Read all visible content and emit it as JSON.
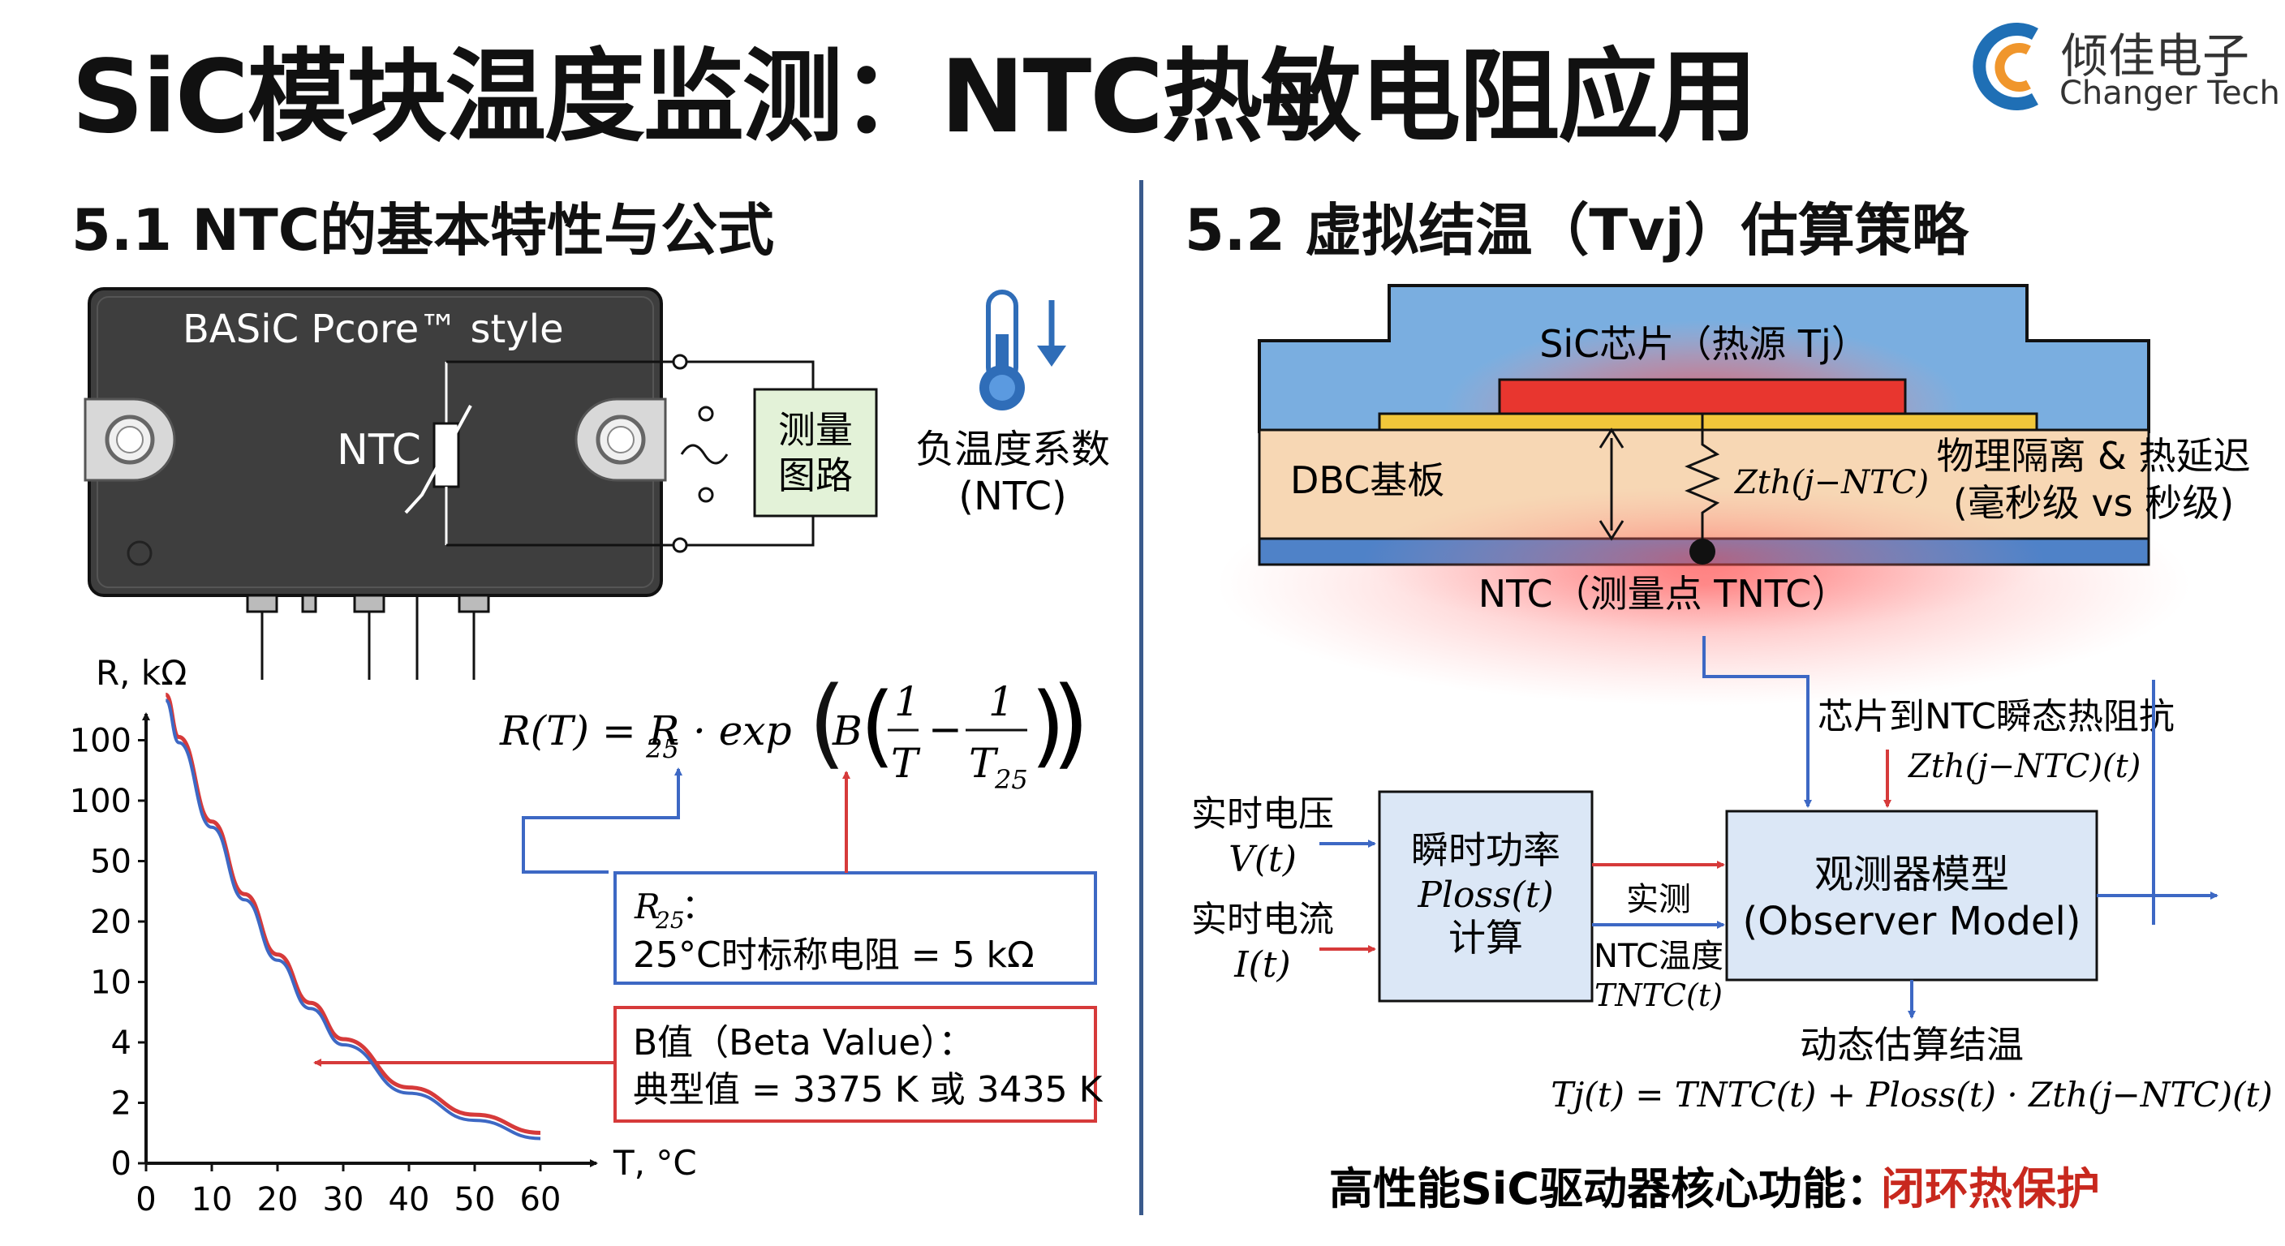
{
  "title": "SiC模块温度监测：NTC热敏电阻应用",
  "logo": {
    "name_cn": "倾佳电子",
    "name_en": "Changer Tech",
    "brand_colors": [
      "#1f6fb5",
      "#f0962c"
    ]
  },
  "section_left": {
    "heading": "5.1 NTC的基本特性与公式",
    "module_label": "BASiC Pcore™ style",
    "ntc_label": "NTC",
    "measure_box": [
      "测量",
      "图路"
    ],
    "neg_temp_coeff": [
      "负温度系数",
      "(NTC)"
    ],
    "formula": {
      "lhs": "R(T) = R",
      "lhs_sub": "25",
      "dot_exp": "· exp",
      "B": "B",
      "frac1_num": "1",
      "frac1_den": "T",
      "minus": "−",
      "frac2_num": "1",
      "frac2_den": "T",
      "frac2_den_sub": "25"
    },
    "r25_box": {
      "symbol": "R",
      "sub": "25",
      "colon": "：",
      "text": "25°C时标称电阻 = 5 kΩ"
    },
    "b_box": {
      "line1": "B值（Beta Value）：",
      "line2": "典型值 = 3375 K 或 3435 K"
    }
  },
  "chart_data": {
    "type": "line",
    "title": "",
    "xlabel": "T, °C",
    "ylabel": "R, kΩ",
    "xticks": [
      "0",
      "10",
      "20",
      "30",
      "40",
      "50",
      "60"
    ],
    "yticks": [
      "0",
      "2",
      "4",
      "10",
      "20",
      "50",
      "100",
      "100"
    ],
    "series_colors": [
      "#d63a3a",
      "#3d68c4"
    ],
    "x": [
      3,
      5,
      10,
      15,
      20,
      25,
      30,
      40,
      50,
      60
    ],
    "y_tick_position": [
      7.7,
      7.0,
      5.6,
      4.4,
      3.4,
      2.6,
      2.0,
      1.2,
      0.75,
      0.45
    ]
  },
  "section_right": {
    "heading": "5.2 虚拟结温（Tvj）估算策略",
    "chip_label": "SiC芯片（热源 Tj）",
    "dbc_label": "DBC基板",
    "zth_label": "Zth(j−NTC)",
    "isolation": [
      "物理隔离 & 热延迟",
      "(毫秒级 vs 秒级)"
    ],
    "ntc_point": "NTC（测量点 TNTC）",
    "transient": [
      "芯片到NTC瞬态热阻抗",
      "Zth(j−NTC)(t)"
    ],
    "voltage": [
      "实时电压",
      "V(t)"
    ],
    "current": [
      "实时电流",
      "I(t)"
    ],
    "power_box": [
      "瞬时功率",
      "Ploss(t)",
      "计算"
    ],
    "measured": "实测",
    "ntc_temp": [
      "NTC温度",
      "TNTC(t)"
    ],
    "observer_box": [
      "观测器模型",
      "(Observer Model)"
    ],
    "dynamic": "动态估算结温",
    "final_formula": "Tj(t) = TNTC(t) + Ploss(t) · Zth(j−NTC)(t)",
    "footer_black": "高性能SiC驱动器核心功能：",
    "footer_red": "闭环热保护"
  },
  "colors": {
    "red": "#d63a3a",
    "blue": "#3d68c4",
    "orange_dbc": "#f7d7b4",
    "blue_layer": "#7aaee0",
    "box_fill": "#dbe7f6",
    "green_box": "#e3f2d8"
  }
}
